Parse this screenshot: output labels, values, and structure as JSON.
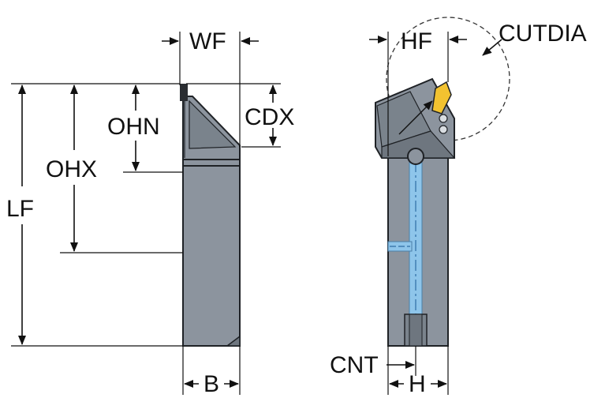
{
  "labels": {
    "wf": "WF",
    "cdx": "CDX",
    "ohn": "OHN",
    "ohx": "OHX",
    "lf": "LF",
    "b": "B",
    "hf": "HF",
    "cutdia": "CUTDIA",
    "cnt": "CNT",
    "h": "H"
  },
  "colors": {
    "tool_body": "#8c949e",
    "tool_body_dark": "#6e767f",
    "tool_outline": "#1f2226",
    "coolant": "#8ec5ea",
    "insert": "#f2c230",
    "dimension_line": "#111111"
  }
}
